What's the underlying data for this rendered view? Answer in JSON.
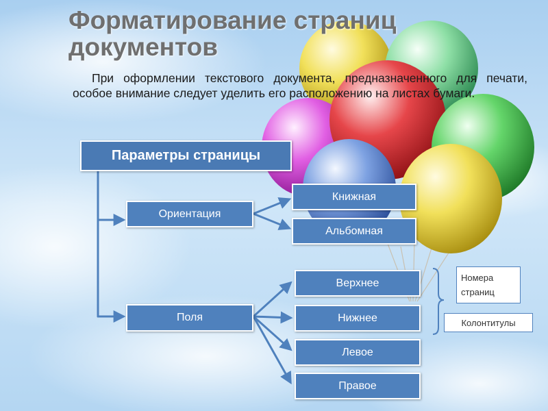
{
  "slide": {
    "title": "Форматирование страниц документов",
    "intro": "При оформлении текстового документа, предназначенного для печати, особое внимание следует уделить его расположению на листах бумаги."
  },
  "diagram": {
    "root": "Параметры страницы",
    "orientation": {
      "label": "Ориентация",
      "options": [
        "Книжная",
        "Альбомная"
      ]
    },
    "margins": {
      "label": "Поля",
      "options": [
        "Верхнее",
        "Нижнее",
        "Левое",
        "Правое"
      ]
    },
    "notes": {
      "page_numbers": "Номера страниц",
      "headers_footers": "Колонтитулы"
    }
  },
  "colors": {
    "box_fill": "#4f81bd",
    "box_border": "#ffffff",
    "connector": "#4f81bd",
    "title": "#6f6f6f"
  }
}
